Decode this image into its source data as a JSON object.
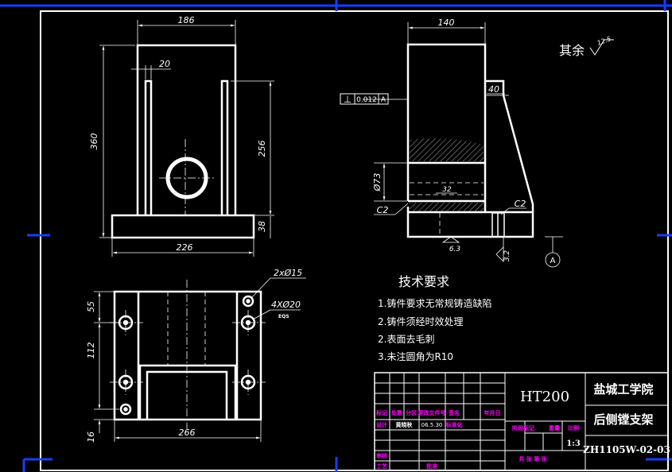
{
  "dims": {
    "front_width_top": "186",
    "front_wall": "20",
    "front_height": "360",
    "front_inner": "256",
    "front_base": "38",
    "front_base_width": "226",
    "side_width": "140",
    "side_rib": "40",
    "bore": "Ø73",
    "bore_fit": "32",
    "chamfer_left": "C2",
    "chamfer_right": "C2",
    "rough_bottom": "6.3",
    "rough_datum": "3.2",
    "plan_55": "55",
    "plan_112": "112",
    "plan_16": "16",
    "plan_width": "266",
    "holes_small": "2xØ15",
    "holes_large": "4XØ20",
    "holes_eqs": "EQS"
  },
  "tolerance": {
    "symbol": "⊥",
    "value": "0.012",
    "datum": "A"
  },
  "datum_label": "A",
  "roughness_note": {
    "label": "其余",
    "value": "12.5"
  },
  "tech": {
    "title": "技术要求",
    "items": [
      "1.铸件要求无常规铸造缺陷",
      "2.铸件须经时效处理",
      "2.表面去毛刺",
      "3.未注圆角为R10"
    ]
  },
  "title_block": {
    "material": "HT200",
    "school": "盐城工学院",
    "part_name": "后侧镗支架",
    "drawing_no": "ZH1105W-02-03",
    "scale_value": "1:3",
    "scale_label": "比例",
    "stage_label": "阶段标记",
    "weight_label": "重量",
    "sheet_label": "共  张 第  张",
    "row_headers": [
      "标记",
      "处数",
      "分区",
      "更改文件号",
      "签名",
      "年月日"
    ],
    "design_label": "设计",
    "design_name": "黄晓秋",
    "design_date": "06.5.30",
    "std_label": "标准化",
    "review_label": "审核",
    "process_label": "工艺",
    "approve_label": "批准"
  }
}
